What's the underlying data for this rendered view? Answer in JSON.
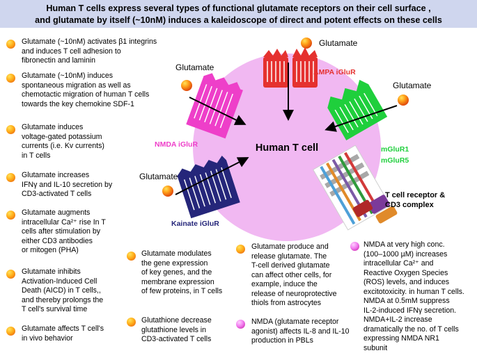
{
  "header": {
    "line1": "Human T cells express several types of functional glutamate receptors on their cell surface ,",
    "line2": "and glutamate by itself (~10nM) induces a kaleidoscope of direct and potent effects on these cells"
  },
  "diagram": {
    "cell_label": "Human T cell",
    "glutamate_label": "Glutamate",
    "receptors": {
      "ampa": "AMPA iGluR",
      "nmda": "NMDA iGluR",
      "kainate": "Kainate iGluR",
      "mglur1": "mGluR1",
      "mglur5": "mGluR5",
      "tcr_line1": "T cell receptor  &",
      "tcr_line2": "CD3 complex"
    },
    "colors": {
      "cell": "#f1b8f2",
      "ampa": "#e5312f",
      "nmda": "#ee3fc9",
      "kainate": "#25267a",
      "mglur": "#1fcf3c",
      "header": "#cfd6ee"
    }
  },
  "left_notes": [
    {
      "lines": [
        "Glutamate (~10nM) activates β1 integrins",
        "and induces T cell adhesion to",
        "fibronectin and laminin"
      ]
    },
    {
      "lines": [
        "Glutamate (~10nM) induces",
        "spontaneous migration as well as",
        "chemotactic migration of human T cells",
        "towards the key chemokine SDF-1"
      ]
    },
    {
      "lines": [
        "Glutamate induces",
        "voltage-gated potassium",
        "currents (i.e. Kv currents)",
        "in T cells"
      ]
    },
    {
      "lines": [
        "Glutamate increases",
        "IFNγ and IL-10 secretion by",
        "CD3-activated T cells"
      ]
    },
    {
      "lines": [
        "Glutamate augments",
        "intracellular  Ca²⁺ rise In T",
        "cells after stimulation by",
        "either CD3 antibodies",
        "or mitogen (PHA)"
      ]
    },
    {
      "lines": [
        "Glutamate inhibits",
        "Activation-Induced Cell",
        "Death (AICD) in T cells,,",
        "and thereby prolongs the",
        "T cell's survival time"
      ]
    },
    {
      "lines": [
        "Glutamate affects T cell's",
        "in vivo behavior"
      ]
    }
  ],
  "bottom_notes": [
    {
      "lines": [
        "Glutamate modulates",
        "the gene expression",
        "of key genes, and the",
        "membrane expression",
        "of few proteins, in T cells"
      ]
    },
    {
      "lines": [
        "Glutathione decrease",
        "glutathione levels in",
        "CD3-activated T cells"
      ]
    },
    {
      "lines": [
        "Glutamate produce and",
        "release glutamate. The",
        "T-cell derived glutamate",
        "can affect other cells, for",
        "example, induce the",
        "release of neuroprotective",
        "thiols from astrocytes"
      ]
    },
    {
      "lines": [
        "NMDA (glutamate receptor",
        "agonist) affects IL-8 and IL-10",
        "production in PBLs"
      ]
    },
    {
      "lines": [
        "NMDA at very high conc.",
        "(100–1000 µM) increases",
        "intracellular Ca²⁺ and",
        "Reactive Oxygen Species",
        "(ROS) levels, and induces",
        "excitotoxicity. in human T cells.",
        "NMDA at 0.5mM suppress",
        "IL-2-induced IFNγ secretion.",
        "NMDA+IL-2 increase",
        "dramatically the no. of T cells",
        "expressing NMDA NR1",
        "subunit"
      ]
    }
  ]
}
